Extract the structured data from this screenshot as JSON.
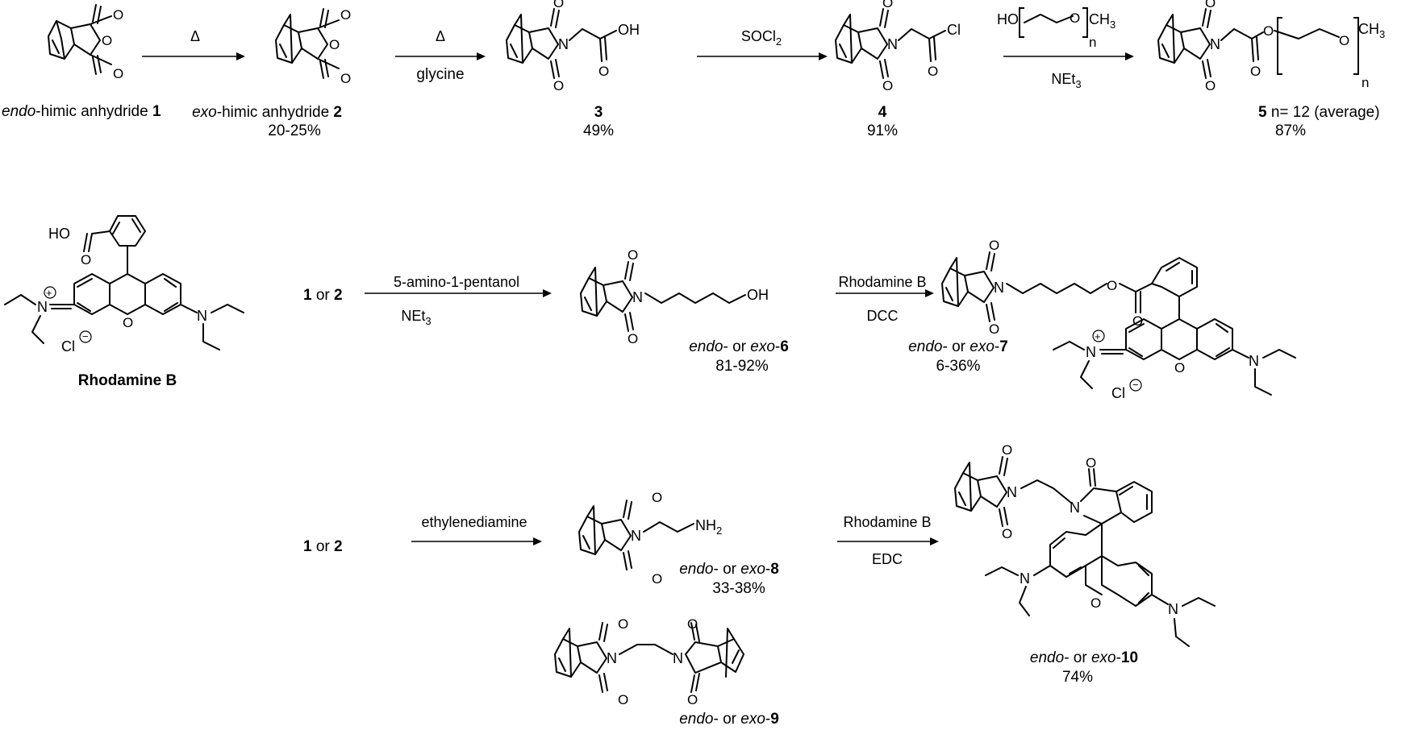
{
  "colors": {
    "ink": "#000000",
    "background": "#ffffff"
  },
  "row1": {
    "cpd1": {
      "prefix": "endo",
      "rest": "-himic anhydride ",
      "num": "1"
    },
    "step1": {
      "above": "Δ"
    },
    "cpd2": {
      "prefix": "exo",
      "rest": "-himic anhydride ",
      "num": "2",
      "yield": "20-25%"
    },
    "step2": {
      "above": "Δ",
      "below": "glycine"
    },
    "cpd3": {
      "num": "3",
      "yield": "49%"
    },
    "step3": {
      "above_main": "SOCl",
      "above_sub": "2"
    },
    "cpd4": {
      "num": "4",
      "yield": "91%"
    },
    "step4": {
      "reagent_ho": "HO",
      "reagent_o": "O",
      "reagent_ch": "CH",
      "reagent_3": "3",
      "reagent_n": "n",
      "below_main": "NEt",
      "below_sub": "3"
    },
    "cpd5": {
      "num": "5",
      "n_label": "  n= 12 (average)",
      "yield": "87%",
      "o1": "O",
      "o2": "O",
      "ch": "CH",
      "ch_sub": "3",
      "n": "n"
    }
  },
  "row2": {
    "rhodamine": {
      "ho": "HO",
      "o": "O",
      "ring_o": "O",
      "n_left": "N",
      "n_right": "N",
      "plus": "+",
      "cl": "Cl",
      "minus": "−",
      "name": "Rhodamine B"
    },
    "start": {
      "a": "1",
      "or": " or ",
      "b": "2"
    },
    "step5": {
      "above": "5-amino-1-pentanol",
      "below_main": "NEt",
      "below_sub": "3"
    },
    "cpd6": {
      "prefix": "endo",
      "mid": "- or ",
      "prefix2": "exo",
      "dash": "-",
      "num": "6",
      "yield": "81-92%",
      "oh": "OH"
    },
    "step6": {
      "above": "Rhodamine B",
      "below": "DCC"
    },
    "cpd7": {
      "prefix": "endo",
      "mid": "- or ",
      "prefix2": "exo",
      "dash": "-",
      "num": "7",
      "yield": "6-36%",
      "ring_o": "O",
      "n_left": "N",
      "n_right": "N",
      "plus": "+",
      "cl": "Cl",
      "minus": "−",
      "ester_o": "O",
      "ester_o2": "O"
    }
  },
  "row3": {
    "start": {
      "a": "1",
      "or": " or  ",
      "b": "2"
    },
    "step7": {
      "above": "ethylenediamine"
    },
    "cpd8": {
      "prefix": "endo",
      "mid": "- or ",
      "prefix2": "exo",
      "dash": "-",
      "num": "8",
      "yield": "33-38%",
      "nh": "NH",
      "nh_sub": "2"
    },
    "cpd9": {
      "prefix": "endo",
      "mid": "- or ",
      "prefix2": "exo",
      "dash": "-",
      "num": "9"
    },
    "step8": {
      "above": "Rhodamine B",
      "below": "EDC"
    },
    "cpd10": {
      "prefix": "endo",
      "mid": "- or ",
      "prefix2": "exo",
      "dash": "-",
      "num": "10",
      "yield": "74%",
      "ring_o": "O",
      "n1": "N",
      "n2": "N",
      "n3": "N",
      "o": "O"
    }
  },
  "atoms": {
    "O": "O",
    "N": "N"
  }
}
